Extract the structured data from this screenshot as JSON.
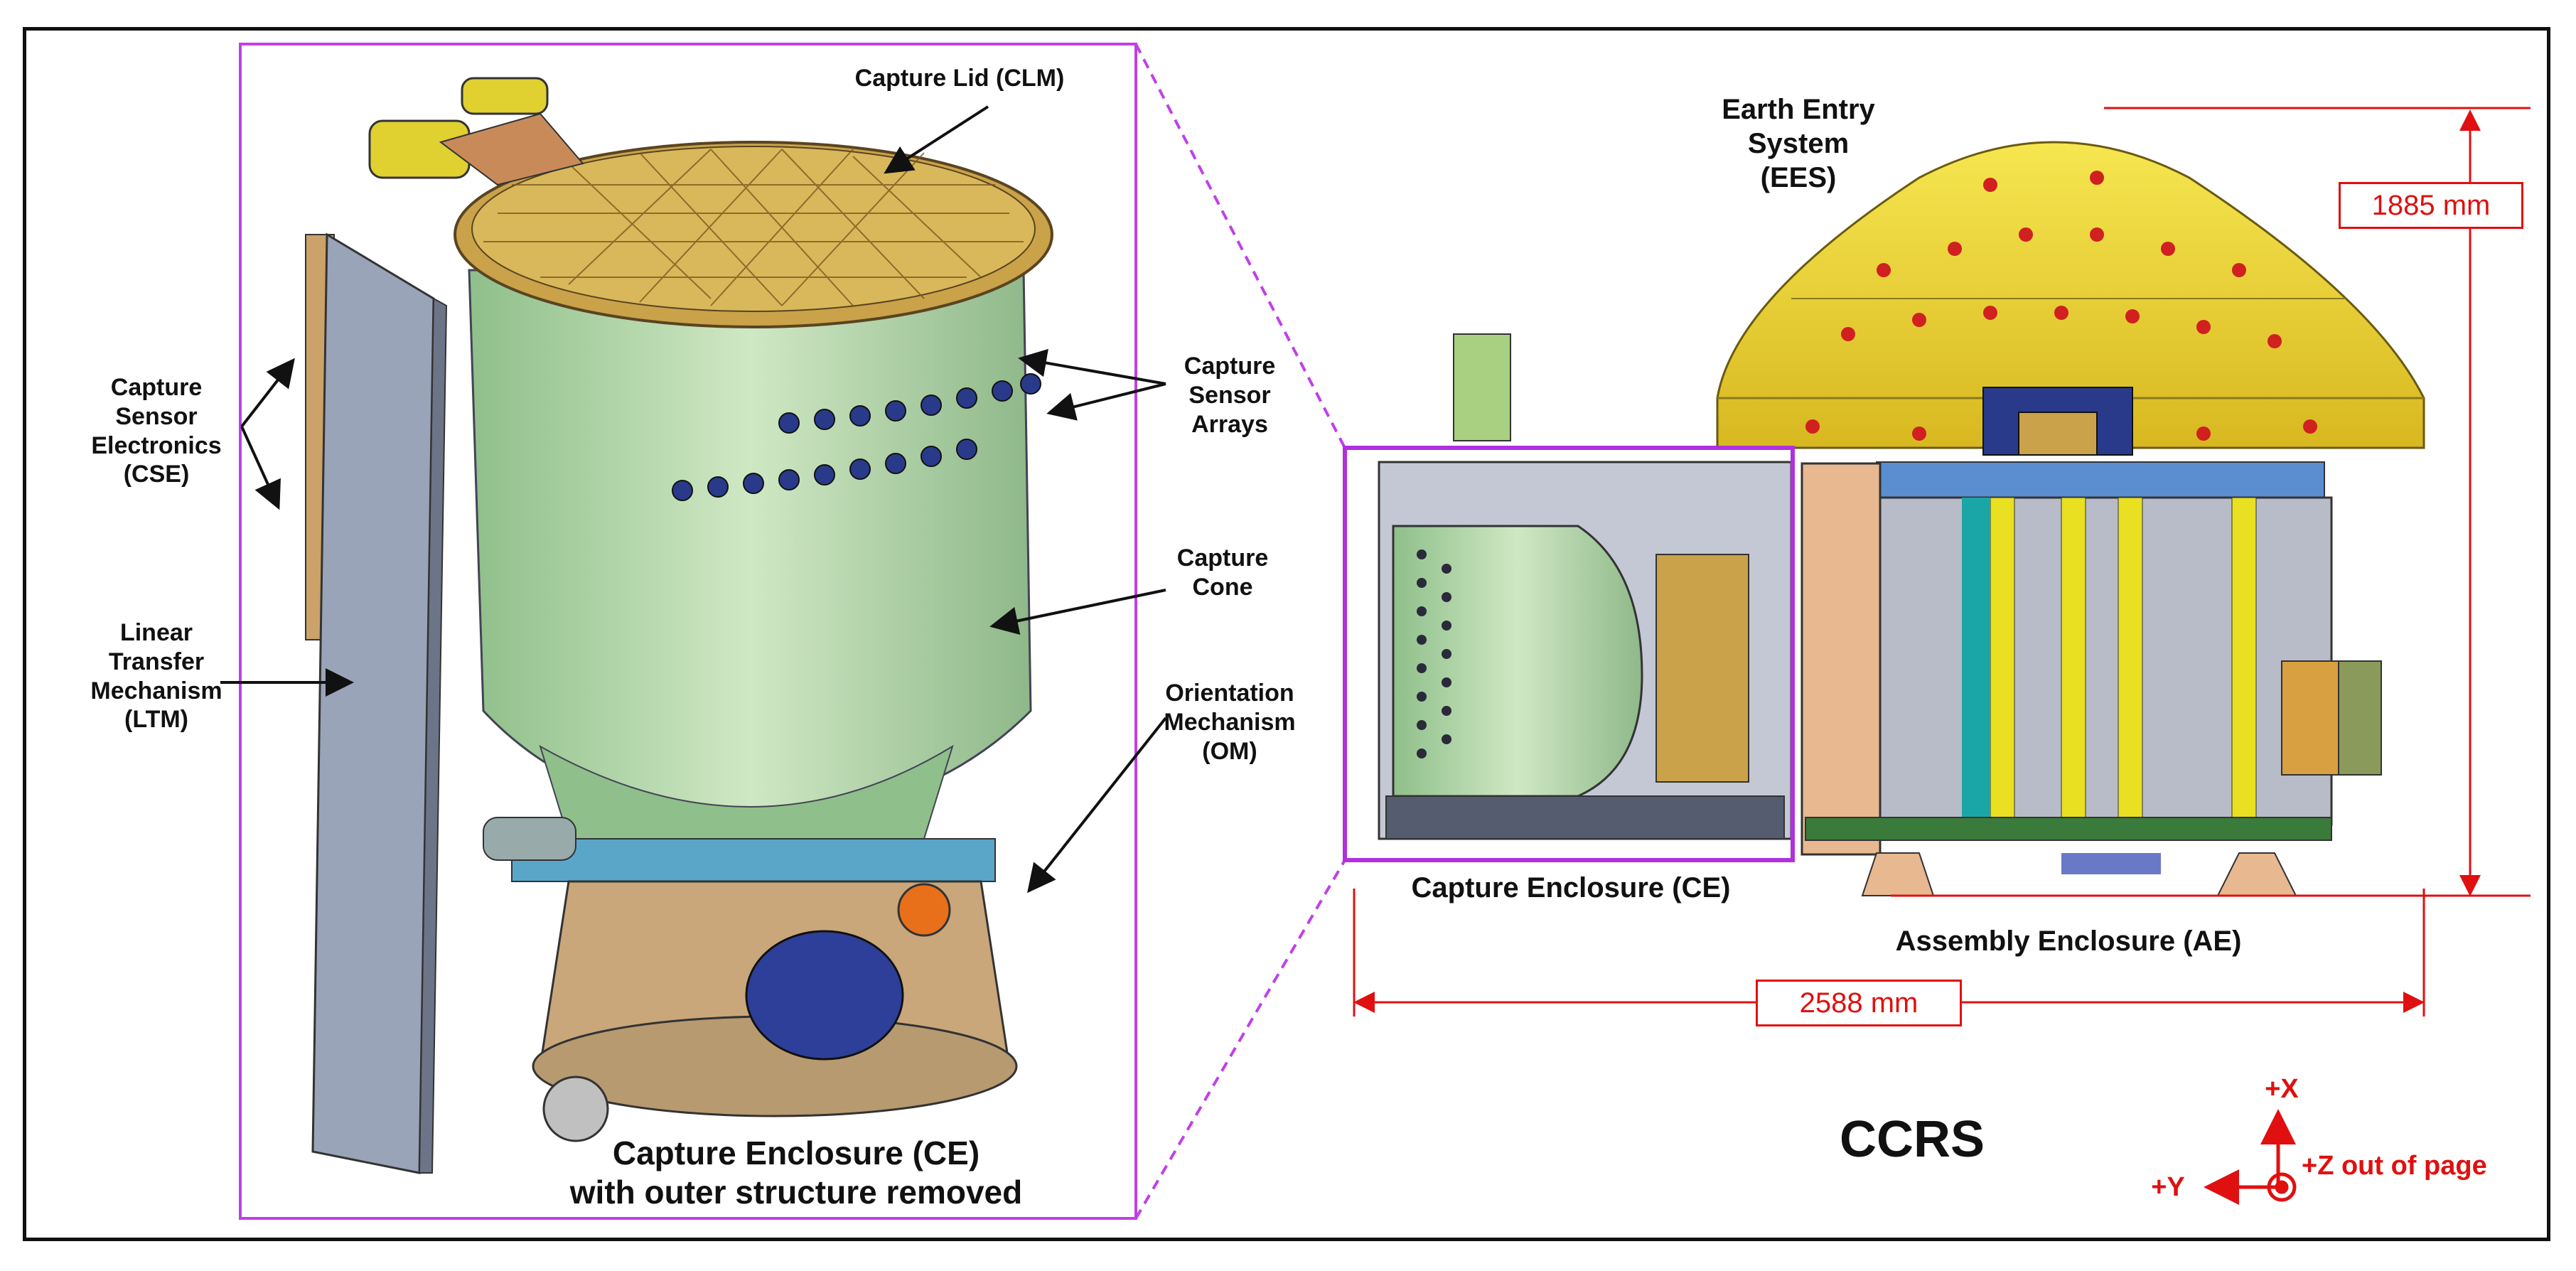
{
  "labels": {
    "capture_lid": "Capture Lid (CLM)",
    "cse": [
      "Capture",
      "Sensor",
      "Electronics",
      "(CSE)"
    ],
    "capture_sensor_arrays": [
      "Capture",
      "Sensor",
      "Arrays"
    ],
    "capture_cone": [
      "Capture",
      "Cone"
    ],
    "ltm": [
      "Linear",
      "Transfer",
      "Mechanism",
      "(LTM)"
    ],
    "om": [
      "Orientation",
      "Mechanism",
      "(OM)"
    ],
    "ce_removed": [
      "Capture Enclosure (CE)",
      "with outer structure removed"
    ],
    "ees": [
      "Earth Entry",
      "System",
      "(EES)"
    ],
    "ce": "Capture Enclosure (CE)",
    "ae": "Assembly Enclosure (AE)",
    "ccrs": "CCRS",
    "axis_x": "+X",
    "axis_y": "+Y",
    "axis_z": "+Z out of page"
  },
  "dimensions": {
    "height": "1885 mm",
    "width": "2588 mm"
  },
  "colors": {
    "highlight": "#b030e0",
    "dimension": "#e01010",
    "cone": "#bfe0b4",
    "ees_yellow": "#f0d82a",
    "gold": "#c9a24a"
  }
}
